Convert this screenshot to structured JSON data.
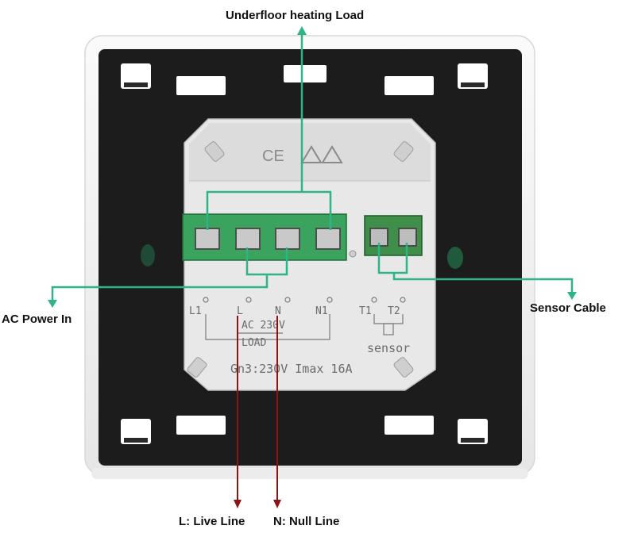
{
  "callouts": {
    "top": "Underfloor heating Load",
    "left": "AC Power In",
    "right": "Sensor Cable",
    "live": "L:  Live Line",
    "null": "N:  Null Line"
  },
  "back_print": {
    "certifications": "CE",
    "terminal_l1": "L1",
    "terminal_l": "L",
    "terminal_n": "N",
    "terminal_n1": "N1",
    "terminal_t1": "T1",
    "terminal_t2": "T2",
    "ac_label": "AC 230V",
    "load_label": "LOAD",
    "sensor_label": "sensor",
    "rating": "Gn3:230V Imax 16A"
  },
  "colors": {
    "plate": "#f4f4f4",
    "frame": "#1c1c1c",
    "housing": "#e8e8e8",
    "terminal_green": "#3aa35e",
    "leader_teal": "#2fb489",
    "leader_red": "#8b1515",
    "print": "#6b6b6b"
  }
}
